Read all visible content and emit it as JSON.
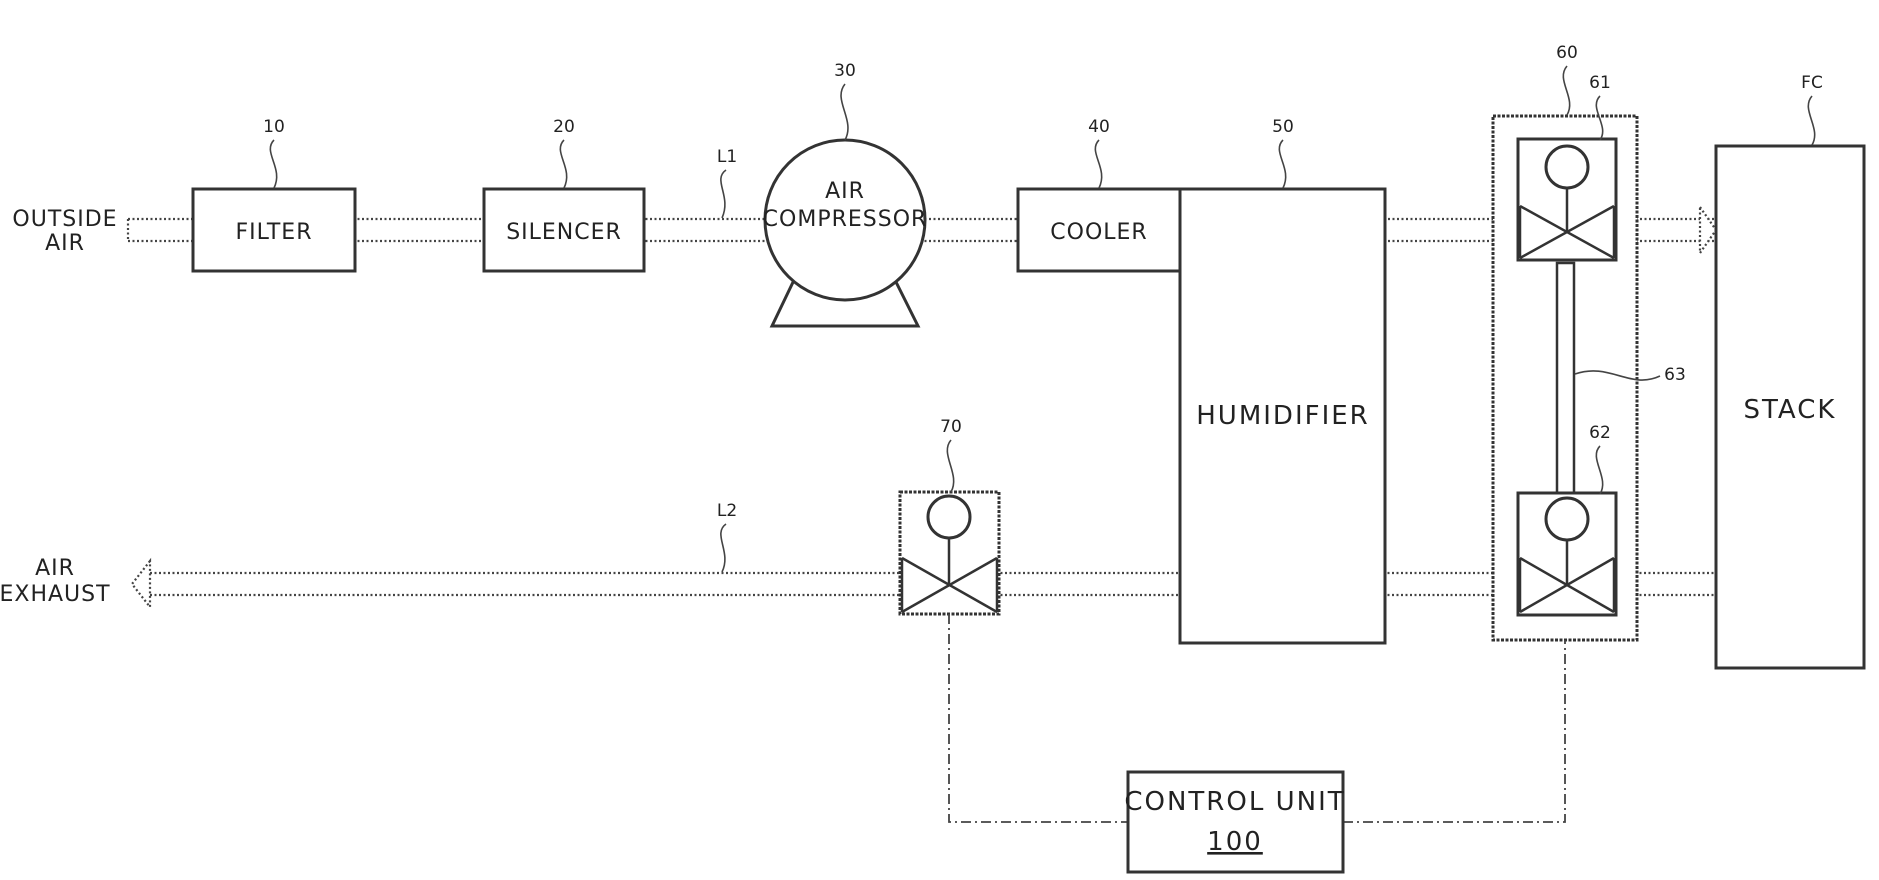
{
  "inlet": {
    "line1": "OUTSIDE",
    "line2": "AIR"
  },
  "outlet": {
    "line1": "AIR",
    "line2": "EXHAUST"
  },
  "lines": {
    "supply": "L1",
    "exhaust": "L2"
  },
  "filter": {
    "ref": "10",
    "label": "FILTER"
  },
  "silencer": {
    "ref": "20",
    "label": "SILENCER"
  },
  "compressor": {
    "ref": "30",
    "line1": "AIR",
    "line2": "COMPRESSOR"
  },
  "cooler": {
    "ref": "40",
    "label": "COOLER"
  },
  "humidifier": {
    "ref": "50",
    "label": "HUMIDIFIER"
  },
  "valve_assembly": {
    "ref": "60",
    "upper_ref": "61",
    "lower_ref": "62",
    "shaft_ref": "63"
  },
  "exhaust_valve": {
    "ref": "70"
  },
  "stack": {
    "ref": "FC",
    "label": "STACK"
  },
  "control": {
    "line1": "CONTROL UNIT",
    "ref": "100"
  }
}
